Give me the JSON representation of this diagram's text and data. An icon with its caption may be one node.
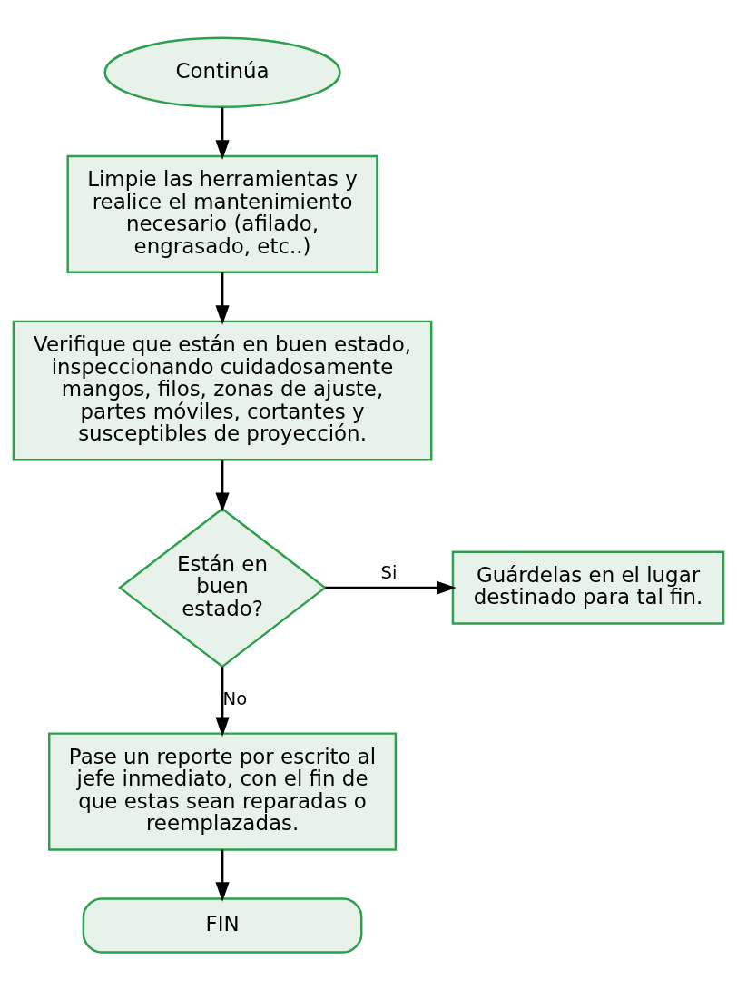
{
  "diagram": {
    "nodes": [
      {
        "text": [
          "Continúa"
        ]
      },
      {
        "text": [
          "Limpie las herramientas y realice el mantenimiento necesario (afilado, engrasado, etc..)"
        ]
      },
      {
        "text": [
          "Verifique que están en buen estado, inspeccionando cuidadosamente mangos, filos, zonas de ajuste, partes móviles, cortantes y susceptibles de proyección."
        ]
      },
      {
        "text": [
          "Están en buen estado?"
        ]
      },
      {
        "text": [
          "Guárdelas en el lugar destinado para tal fin."
        ]
      },
      {
        "text": [
          "Pase un reporte por escrito al jefe inmediato, con el fin de que estas sean reparadas o reemplazadas."
        ]
      },
      {
        "text": [
          "FIN"
        ]
      }
    ],
    "edges": [
      {
        "from": 0,
        "to": 1,
        "arrow": "to"
      },
      {
        "from": 1,
        "to": 2,
        "arrow": "to"
      },
      {
        "from": 2,
        "to": 3,
        "arrow": "to"
      },
      {
        "from": 3,
        "to": 4,
        "arrow": "to",
        "label": "Si"
      },
      {
        "from": 3,
        "to": 5,
        "arrow": "to",
        "label": "No"
      },
      {
        "from": 5,
        "to": 6,
        "arrow": "to"
      }
    ]
  }
}
